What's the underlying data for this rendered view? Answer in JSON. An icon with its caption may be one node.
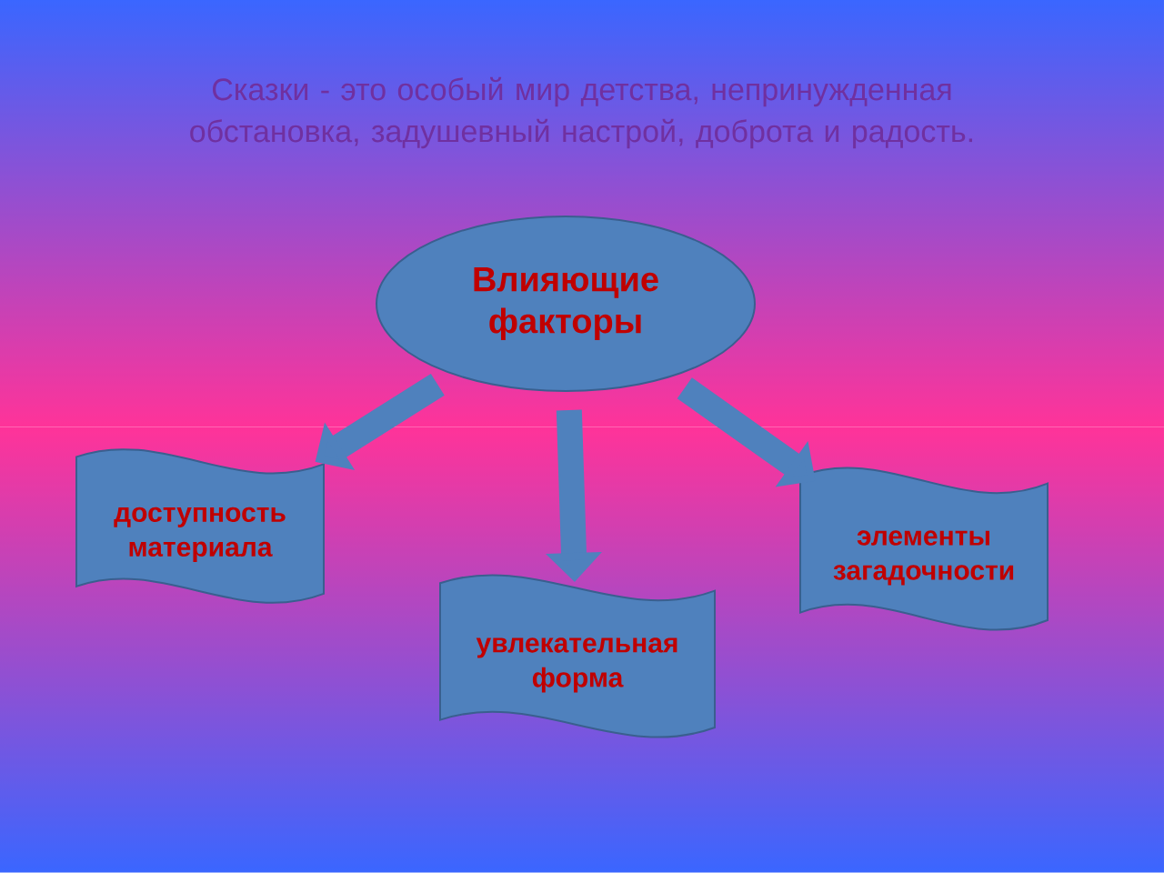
{
  "diagram": {
    "title": "Сказки - это особый мир детства, непринужденная обстановка, задушевный настрой, доброта и радость.",
    "nodes": [
      {
        "text": [
          "Влияющие факторы"
        ]
      },
      {
        "text": [
          "доступность материала"
        ]
      },
      {
        "text": [
          "увлекательная форма"
        ]
      },
      {
        "text": [
          "элементы загадочности"
        ]
      }
    ],
    "edges": [
      {
        "from": 0,
        "to": 1,
        "arrow": "to"
      },
      {
        "from": 0,
        "to": 2,
        "arrow": "to"
      },
      {
        "from": 0,
        "to": 3,
        "arrow": "to"
      }
    ]
  }
}
